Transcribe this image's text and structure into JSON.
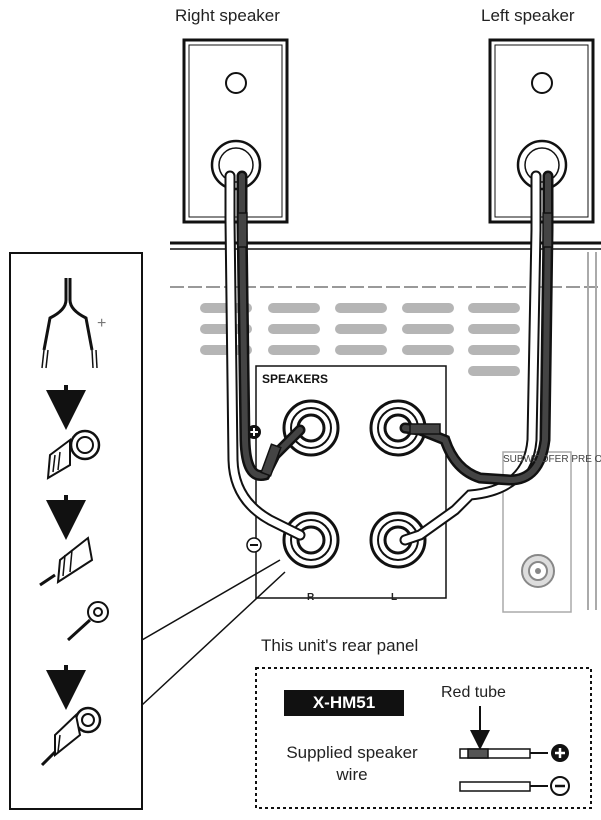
{
  "labels": {
    "right_speaker": "Right speaker",
    "left_speaker": "Left speaker",
    "speakers_panel": "SPEAKERS",
    "subwoofer_preout": "SUBWOOFER PRE OUT",
    "channel_r": "R",
    "channel_l": "L",
    "plus_legend": "+",
    "rear_panel": "This unit's rear panel",
    "model": "X-HM51",
    "red_tube": "Red tube",
    "supplied_wire": "Supplied speaker wire"
  },
  "colors": {
    "line": "#111111",
    "panel_gray": "#9a9a9a",
    "wire_fill": "#ffffff",
    "red_tube_band": "#555555"
  },
  "icons": {
    "plus_terminal_marker": "plus-circle-icon",
    "minus_terminal_marker": "minus-circle-icon",
    "down_arrow": "down-arrow-icon"
  }
}
